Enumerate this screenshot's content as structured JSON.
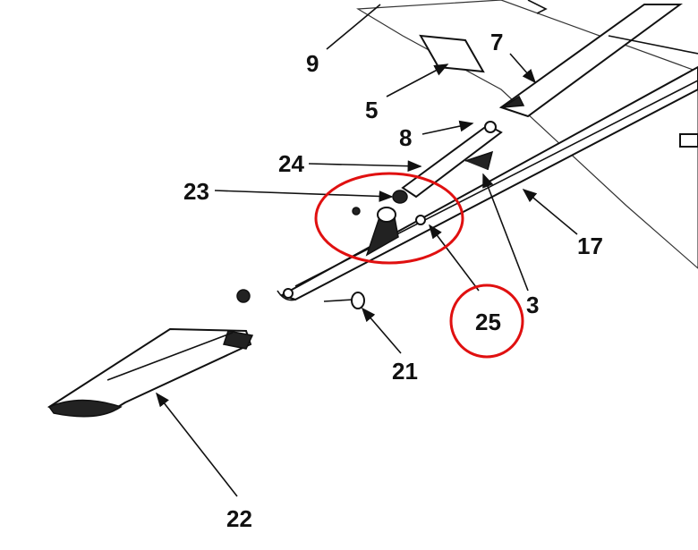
{
  "diagram": {
    "type": "exploded-parts-drawing",
    "callouts": [
      "9",
      "7",
      "5",
      "8",
      "24",
      "23",
      "3",
      "17",
      "25",
      "21",
      "22"
    ],
    "highlighted": {
      "region_around": "23",
      "label": "25"
    },
    "highlight_color": "#e01010"
  }
}
